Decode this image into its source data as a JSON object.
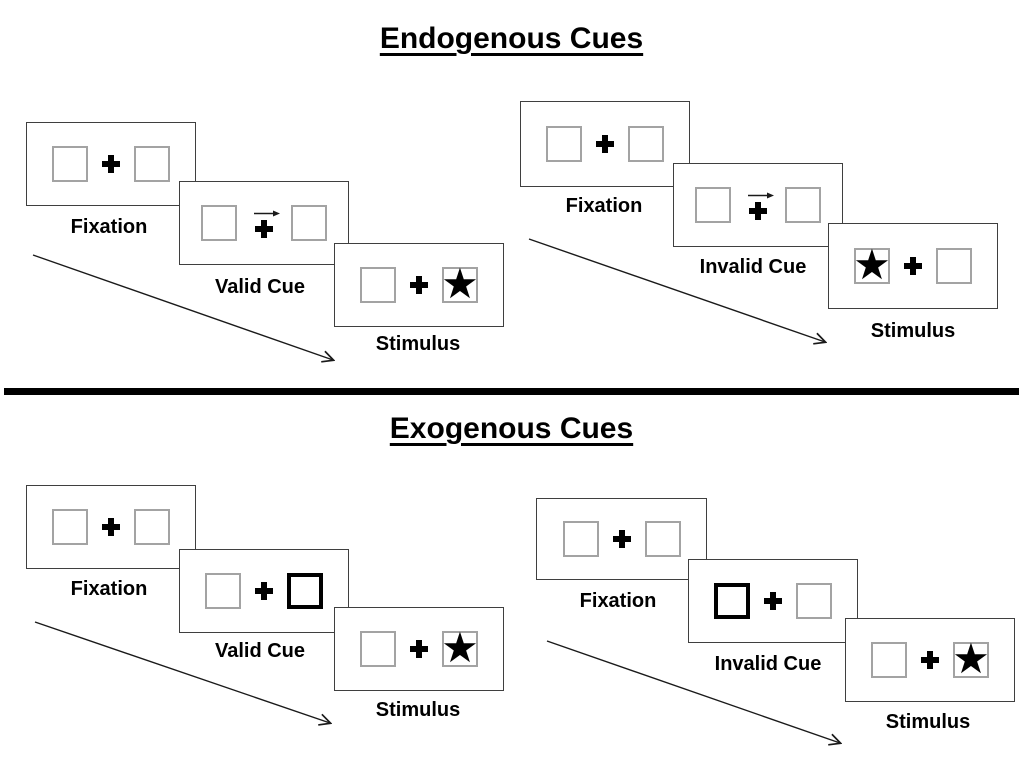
{
  "titles": {
    "endogenous": "Endogenous Cues",
    "exogenous": "Exogenous Cues"
  },
  "glyphs": {
    "star": "★",
    "fixation_cross": "+",
    "cue_arrow_direction": "right"
  },
  "endogenous": {
    "valid": {
      "fixation": "Fixation",
      "cue": "Valid Cue",
      "stimulus": "Stimulus",
      "cue_type": "central-arrow",
      "cue_direction": "right",
      "star_side": "right"
    },
    "invalid": {
      "fixation": "Fixation",
      "cue": "Invalid Cue",
      "stimulus": "Stimulus",
      "cue_type": "central-arrow",
      "cue_direction": "right",
      "star_side": "left"
    }
  },
  "exogenous": {
    "valid": {
      "fixation": "Fixation",
      "cue": "Valid Cue",
      "stimulus": "Stimulus",
      "cue_type": "peripheral-box-highlight",
      "cue_highlight_side": "right",
      "star_side": "right"
    },
    "invalid": {
      "fixation": "Fixation",
      "cue": "Invalid Cue",
      "stimulus": "Stimulus",
      "cue_type": "peripheral-box-highlight",
      "cue_highlight_side": "left",
      "star_side": "right"
    }
  },
  "colors": {
    "background": "#ffffff",
    "ink": "#000000",
    "panel_border": "#3f3f3f",
    "square_border": "#a3a3a3",
    "divider": "#000000"
  }
}
